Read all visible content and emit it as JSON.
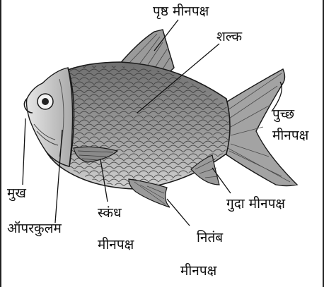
{
  "labels": {
    "dorsal_fin": "पृष्ठ मीनपक्ष",
    "scales": "शल्क",
    "caudal_fin_line1": "पुच्छ",
    "caudal_fin_line2": "मीनपक्ष",
    "mouth": "मुख",
    "operculum": "ऑपरकुलम",
    "pectoral_fin_line1": "स्कंध",
    "pectoral_fin_line2": "मीनपक्ष",
    "anal_fin": "गुदा मीनपक्ष",
    "pelvic_fin_line1": "नितंब",
    "pelvic_fin_line2": "मीनपक्ष"
  },
  "colors": {
    "body": "#8f8f8f",
    "body_light": "#c9c9c9",
    "head": "#b8b8b8",
    "fin": "#9a9a9a",
    "outline": "#1a1a1a"
  }
}
